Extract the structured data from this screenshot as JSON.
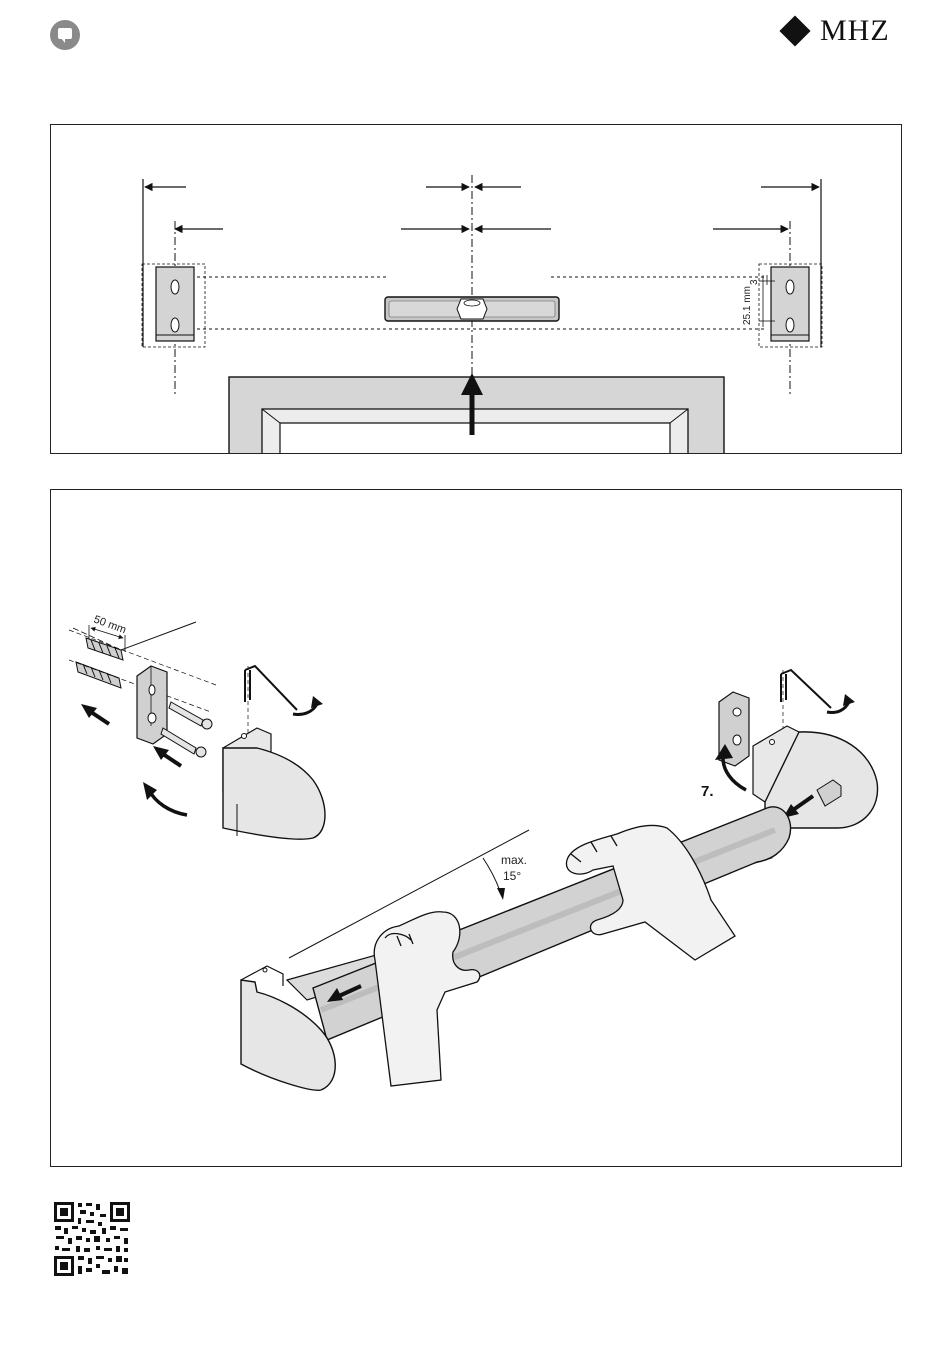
{
  "header": {
    "lang_icon": "speech-bubble-icon",
    "brand": "MHZ",
    "brand_icon": "diamond-logo-icon"
  },
  "figure_top": {
    "dimension_labels": {
      "bracket_height": "25.1 mm",
      "bracket_offset": "3"
    },
    "icons": [
      "spirit-level-icon",
      "wall-bracket-icon",
      "up-arrow-icon",
      "window-frame-icon"
    ]
  },
  "figure_bottom": {
    "dimension_labels": {
      "screw_spacing": "50 mm",
      "angle_prefix": "max.",
      "angle_value": "15°"
    },
    "step_number": "7.",
    "icons": [
      "hand-icon",
      "allen-key-icon",
      "wall-plug-icon",
      "screw-icon",
      "end-cap-icon",
      "roller-tube-icon",
      "rotate-arrow-icon"
    ]
  },
  "footer": {
    "qr_icon": "qr-code-icon"
  }
}
